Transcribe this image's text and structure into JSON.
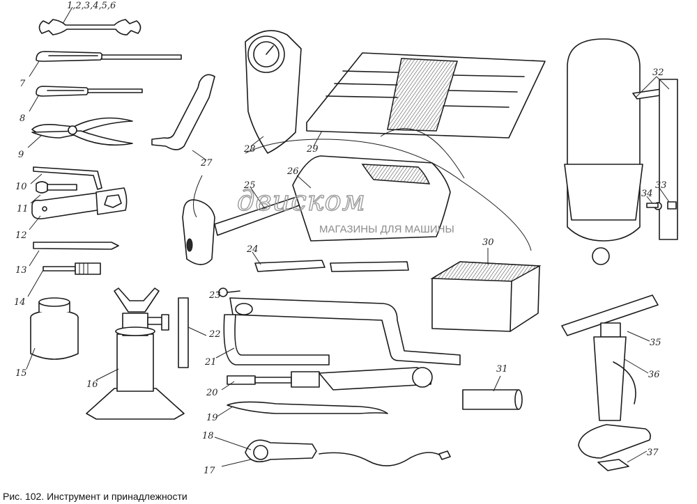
{
  "caption": "Рис. 102. Инструмент и принадлежности",
  "watermark": {
    "brand": "двиском",
    "tagline": "МАГАЗИНЫ ДЛЯ МАШИНЫ"
  },
  "callouts": {
    "c1_6": "1,2,3,4,5,6",
    "c7": "7",
    "c8": "8",
    "c9": "9",
    "c10": "10",
    "c11": "11",
    "c12": "12",
    "c13": "13",
    "c14": "14",
    "c15": "15",
    "c16": "16",
    "c17": "17",
    "c18": "18",
    "c19": "19",
    "c20": "20",
    "c21": "21",
    "c22": "22",
    "c23": "23",
    "c24": "24",
    "c25": "25",
    "c26": "26",
    "c27": "27",
    "c28": "28",
    "c29": "29",
    "c30": "30",
    "c31": "31",
    "c32": "32",
    "c33": "33",
    "c34": "34",
    "c35": "35",
    "c36": "36",
    "c37": "37"
  },
  "colors": {
    "line": "#1a1a1a",
    "paper": "#ffffff",
    "watermark": "#9a9a9a"
  }
}
